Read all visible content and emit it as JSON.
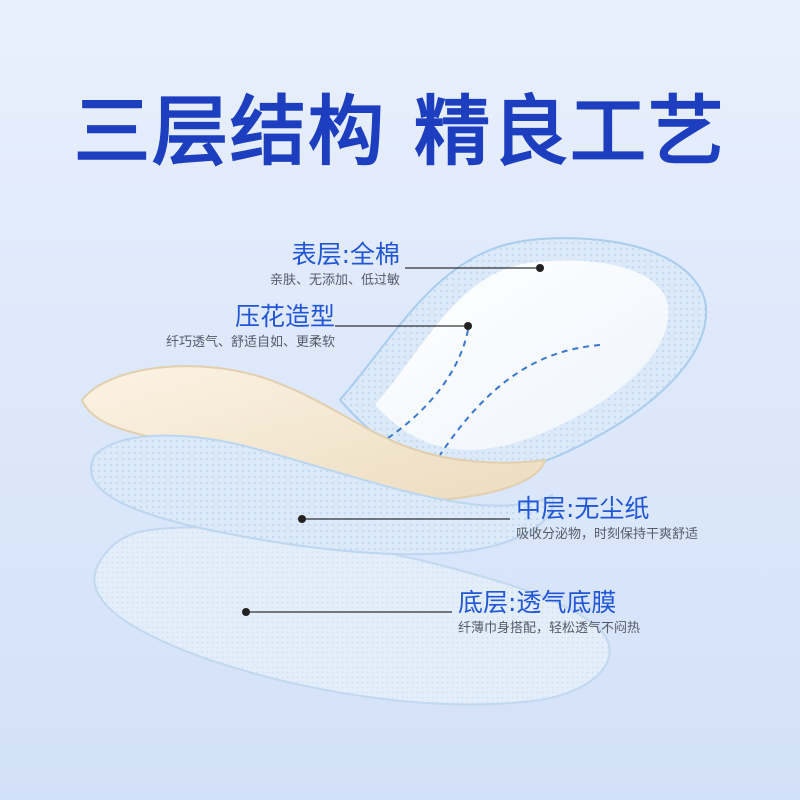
{
  "headline": {
    "part1": "三层结构",
    "part2": "精良工艺"
  },
  "layers": [
    {
      "title": "表层:全棉",
      "desc": "亲肤、无添加、低过敏"
    },
    {
      "title": "压花造型",
      "desc": "纤巧透气、舒适自如、更柔软"
    },
    {
      "title": "中层:无尘纸",
      "desc": "吸收分泌物，时刻保持干爽舒适"
    },
    {
      "title": "底层:透气底膜",
      "desc": "纤薄巾身搭配，轻松透气不闷热"
    }
  ],
  "colors": {
    "headline": "#1d3fbf",
    "label_title": "#2156d6",
    "label_desc": "#555b66",
    "top_sheet_edge": "#b9d7f2",
    "core": "#f5e9d2",
    "backsheet": "#cfe2f7"
  }
}
